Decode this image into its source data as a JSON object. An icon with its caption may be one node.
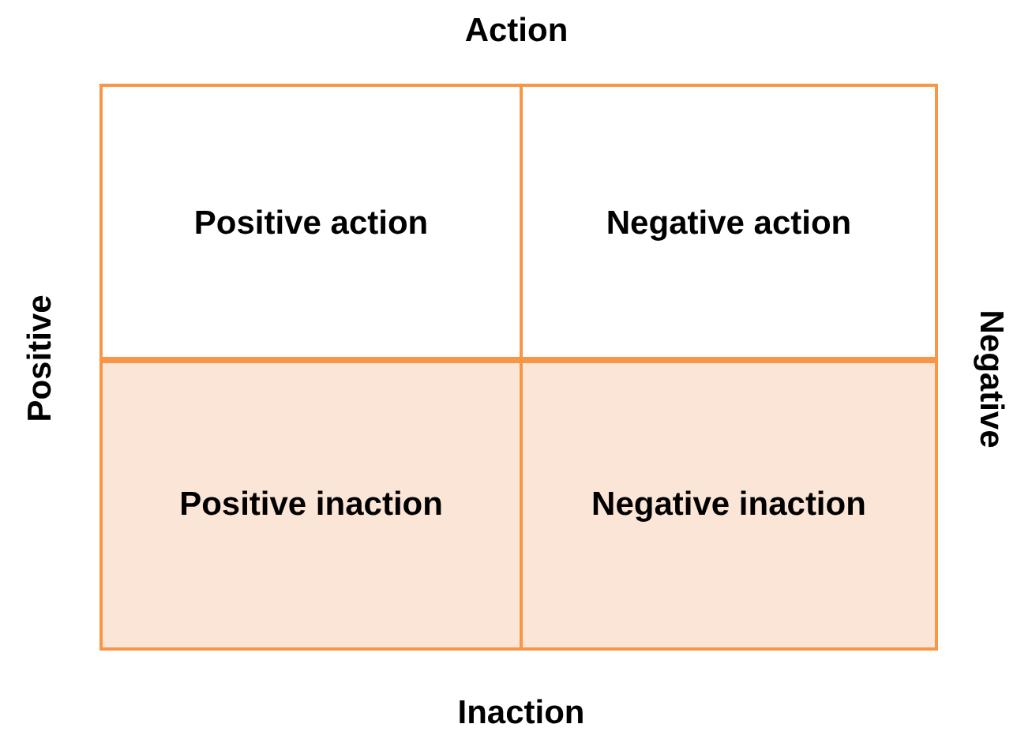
{
  "diagram": {
    "nodes": [
      {
        "text": [
          "Positive action"
        ]
      },
      {
        "text": [
          "Negative action"
        ]
      },
      {
        "text": [
          "Positive inaction"
        ]
      },
      {
        "text": [
          "Negative inaction"
        ]
      }
    ],
    "labels": [
      "Action",
      "Positive",
      "Negative",
      "Inaction"
    ]
  }
}
